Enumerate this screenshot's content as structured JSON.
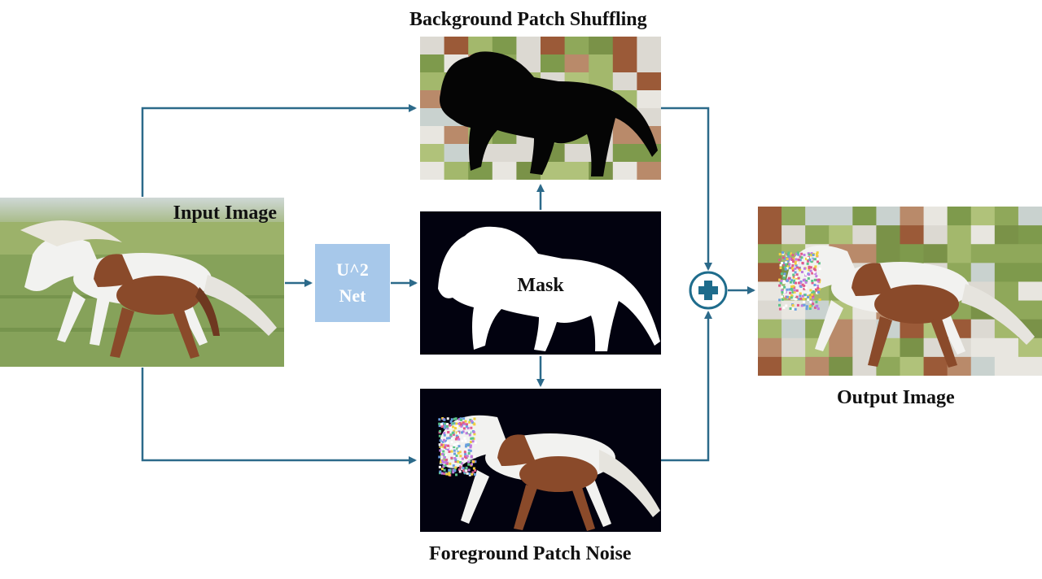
{
  "labels": {
    "input_image": "Input Image",
    "background_shuffling": "Background Patch Shuffling",
    "mask": "Mask",
    "foreground_noise": "Foreground Patch Noise",
    "output_image": "Output Image"
  },
  "unet": {
    "line1": "U^2",
    "line2": "Net"
  },
  "colors": {
    "arrow": "#2c6a8a",
    "unet_box": "#a7c8ea",
    "plus_circle": "#1e6c8c"
  }
}
